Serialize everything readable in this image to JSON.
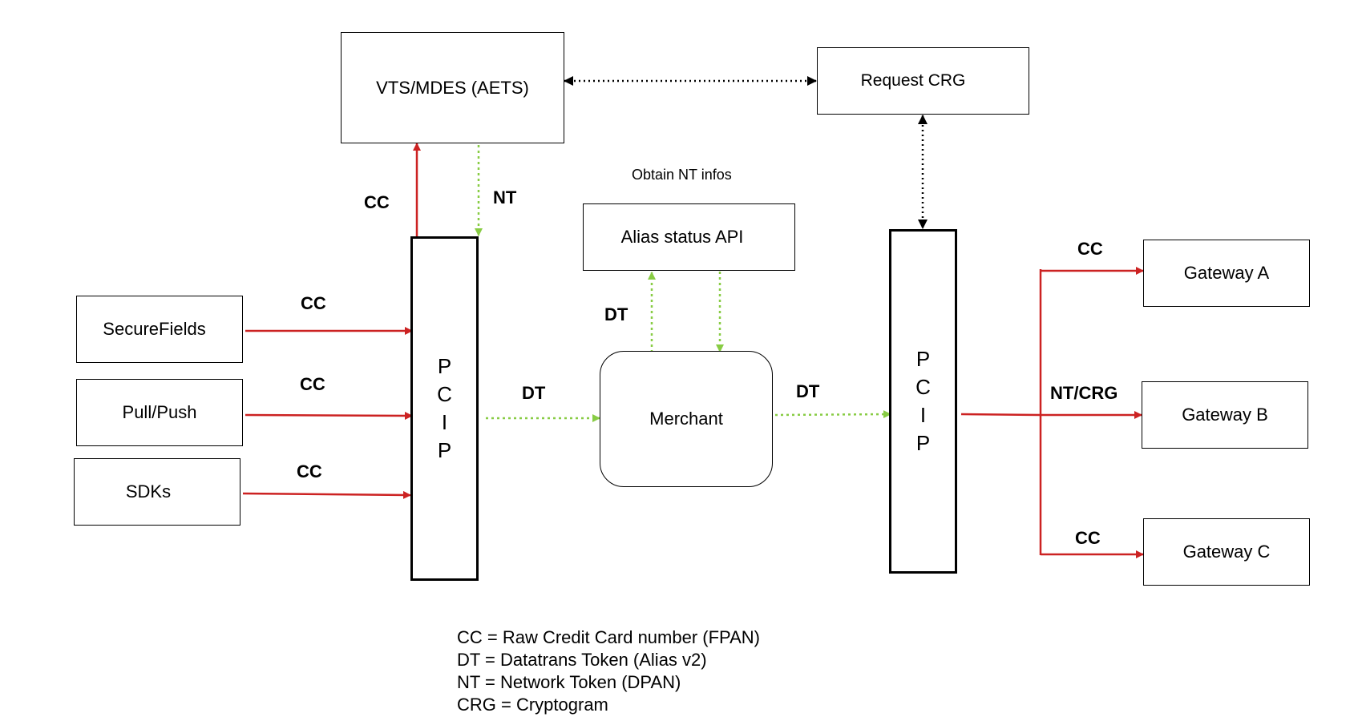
{
  "boxes": {
    "vts": "VTS/MDES (AETS)",
    "request_crg": "Request CRG",
    "alias_status": "Alias status API",
    "securefields": "SecureFields",
    "pullpush": "Pull/Push",
    "sdks": "SDKs",
    "merchant": "Merchant",
    "gateway_a": "Gateway A",
    "gateway_b": "Gateway B",
    "gateway_c": "Gateway C"
  },
  "pcip_letters": [
    "P",
    "C",
    "I",
    "P"
  ],
  "annotations": {
    "obtain_nt": "Obtain NT infos"
  },
  "edge_labels": {
    "cc_vts": "CC",
    "nt_vts": "NT",
    "cc_securefields": "CC",
    "cc_pullpush": "CC",
    "cc_sdks": "CC",
    "dt_to_merchant": "DT",
    "dt_alias": "DT",
    "dt_from_merchant": "DT",
    "cc_gateway_a": "CC",
    "ntcrg_gateway_b": "NT/CRG",
    "cc_gateway_c": "CC"
  },
  "legend": [
    "CC = Raw Credit Card number (FPAN)",
    "DT = Datatrans Token (Alias v2)",
    "NT = Network Token (DPAN)",
    "CRG = Cryptogram"
  ],
  "colors": {
    "cc_arrow": "#cc2222",
    "token_arrow": "#88cc44",
    "dotted_black": "#000000"
  }
}
